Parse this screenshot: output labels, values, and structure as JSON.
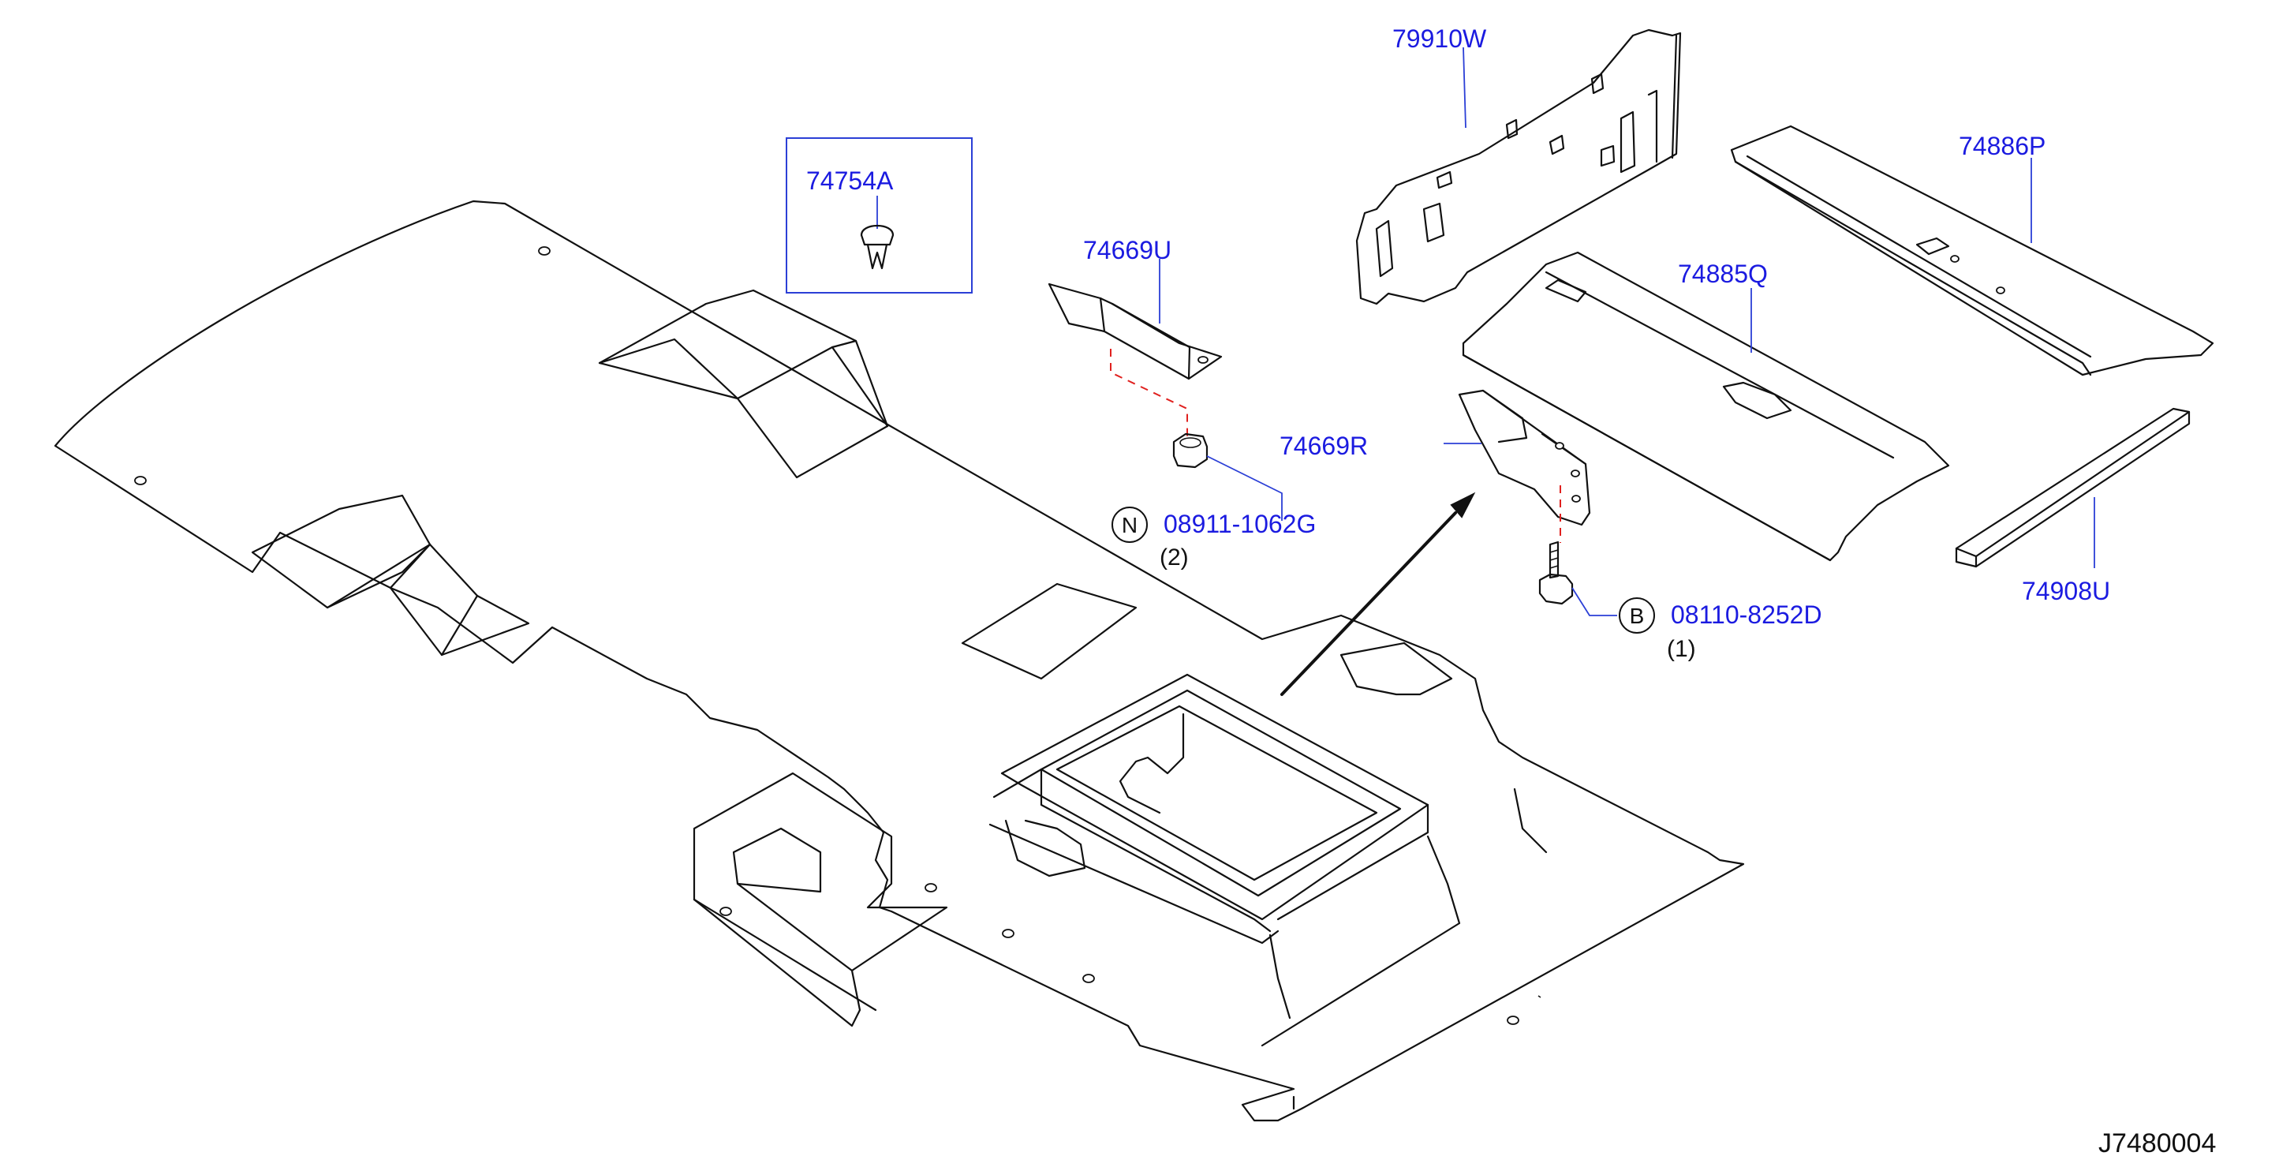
{
  "diagram_code": "J7480004",
  "parts": [
    {
      "id": "clip",
      "number": "74754A"
    },
    {
      "id": "bracket-upper",
      "number": "74669U"
    },
    {
      "id": "bracket-lower",
      "number": "74669R"
    },
    {
      "id": "panel",
      "number": "79910W"
    },
    {
      "id": "rail-rear",
      "number": "74886P"
    },
    {
      "id": "rail-front",
      "number": "74885Q"
    },
    {
      "id": "strip",
      "number": "74908U"
    }
  ],
  "fasteners": [
    {
      "id": "nut",
      "symbol": "N",
      "number": "08911-1062G",
      "qty": "(2)"
    },
    {
      "id": "bolt",
      "symbol": "B",
      "number": "08110-8252D",
      "qty": "(1)"
    }
  ],
  "colors": {
    "label": "#1b1be0",
    "leader": "#2b3fd6",
    "dashed_guide": "#e0211f",
    "line": "#111111"
  }
}
